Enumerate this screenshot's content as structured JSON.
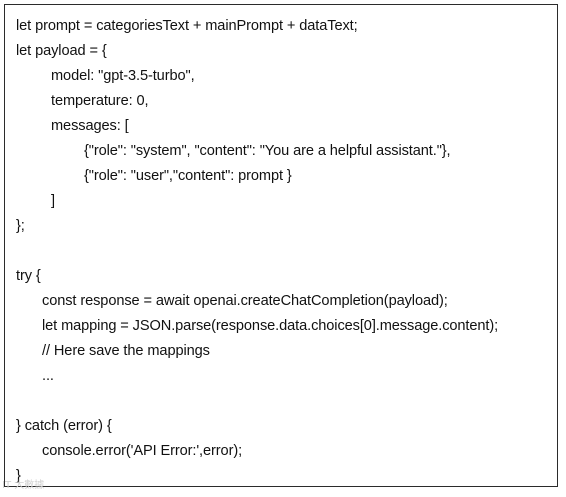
{
  "code": {
    "lines": [
      {
        "text": "let prompt = categoriesText + mainPrompt + dataText;",
        "indent": "ind0"
      },
      {
        "text": "let payload = {",
        "indent": "ind0"
      },
      {
        "text": "model: \"gpt-3.5-turbo\",",
        "indent": "ind1b"
      },
      {
        "text": "temperature: 0,",
        "indent": "ind1b"
      },
      {
        "text": "messages: [",
        "indent": "ind1b"
      },
      {
        "text": "{\"role\": \"system\", \"content\": \"You are a helpful assistant.\"},",
        "indent": "ind2"
      },
      {
        "text": "{\"role\": \"user\",\"content\": prompt }",
        "indent": "ind2"
      },
      {
        "text": "]",
        "indent": "ind1b"
      },
      {
        "text": "};",
        "indent": "ind0"
      },
      {
        "text": "",
        "indent": "ind0"
      },
      {
        "text": "try {",
        "indent": "ind0"
      },
      {
        "text": "const response = await openai.createChatCompletion(payload);",
        "indent": "ind1"
      },
      {
        "text": "let mapping = JSON.parse(response.data.choices[0].message.content);",
        "indent": "ind1"
      },
      {
        "text": "// Here save the mappings",
        "indent": "ind1"
      },
      {
        "text": "...",
        "indent": "ind1"
      },
      {
        "text": "",
        "indent": "ind0"
      },
      {
        "text": "} catch (error) {",
        "indent": "ind0"
      },
      {
        "text": "console.error('API Error:',error);",
        "indent": "ind1"
      },
      {
        "text": "}",
        "indent": "ind0"
      }
    ]
  },
  "watermark": "IT 大數據"
}
